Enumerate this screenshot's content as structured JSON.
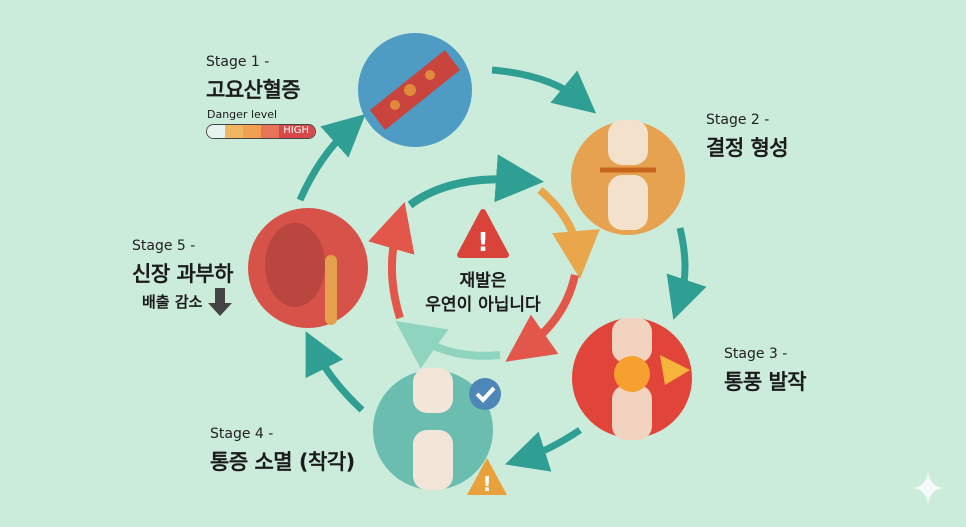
{
  "stages": [
    {
      "label": "Stage 1 -",
      "title": "고요산혈증",
      "danger_label": "Danger level",
      "danger_value": "HIGH"
    },
    {
      "label": "Stage 2 -",
      "title": "결정 형성"
    },
    {
      "label": "Stage 3 -",
      "title": "통풍 발작"
    },
    {
      "label": "Stage 4 -",
      "title": "통증 소멸 (착각)"
    },
    {
      "label": "Stage 5 -",
      "title": "신장 과부하",
      "note": "배출 감소"
    }
  ],
  "center": {
    "line1": "재발은",
    "line2": "우연이 아닙니다"
  },
  "colors": {
    "background": "#cbecdb",
    "arrow": "#2f9e93"
  }
}
